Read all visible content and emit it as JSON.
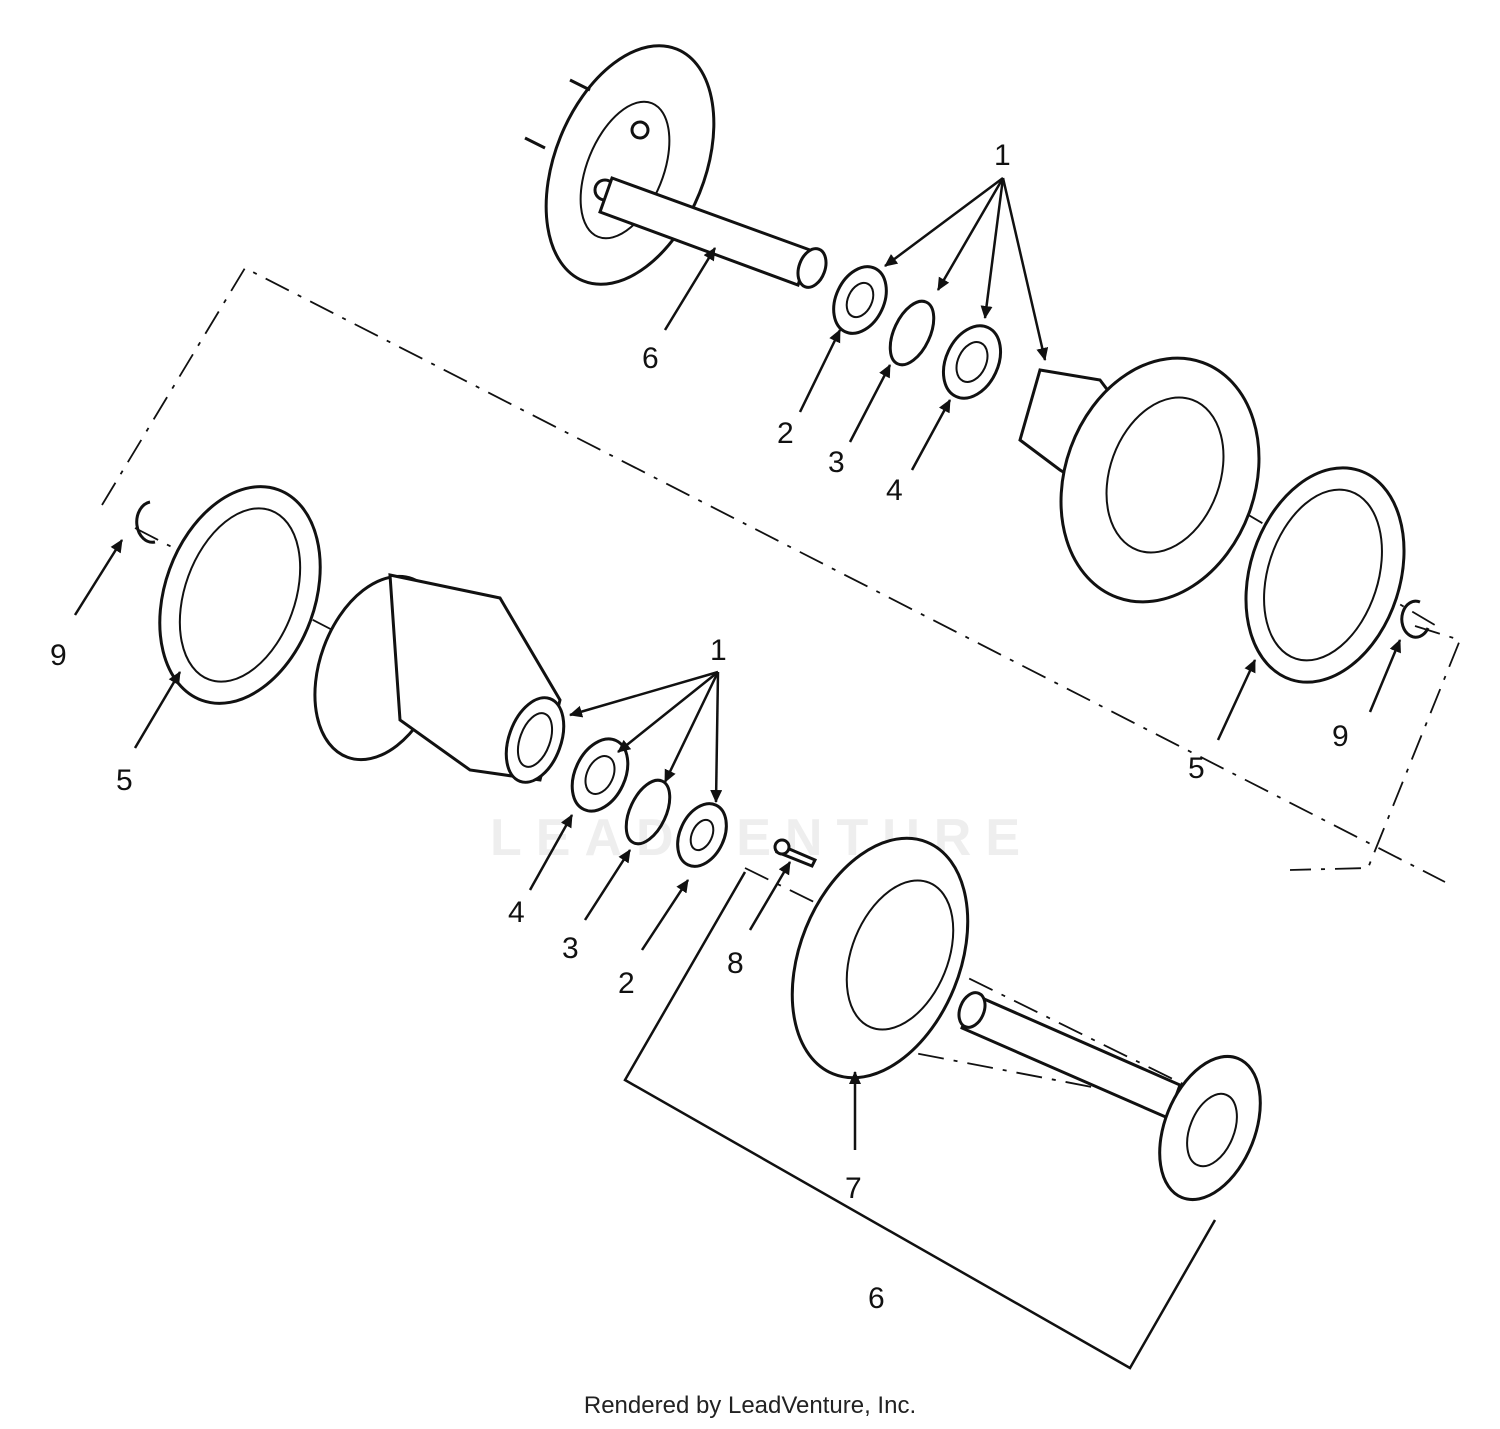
{
  "callouts": {
    "top": {
      "c1": "1",
      "c2": "2",
      "c3": "3",
      "c4": "4",
      "c5": "5",
      "c6": "6",
      "c9": "9"
    },
    "bottom": {
      "c1": "1",
      "c2": "2",
      "c3": "3",
      "c4": "4",
      "c5": "5",
      "c6": "6",
      "c7": "7",
      "c8": "8",
      "c9": "9"
    }
  },
  "watermark": "LEADVENTURE",
  "footer": {
    "credit": "Rendered by LeadVenture, Inc."
  },
  "colors": {
    "ink": "#111111",
    "watermark": "#eeeeee",
    "background": "#ffffff"
  }
}
